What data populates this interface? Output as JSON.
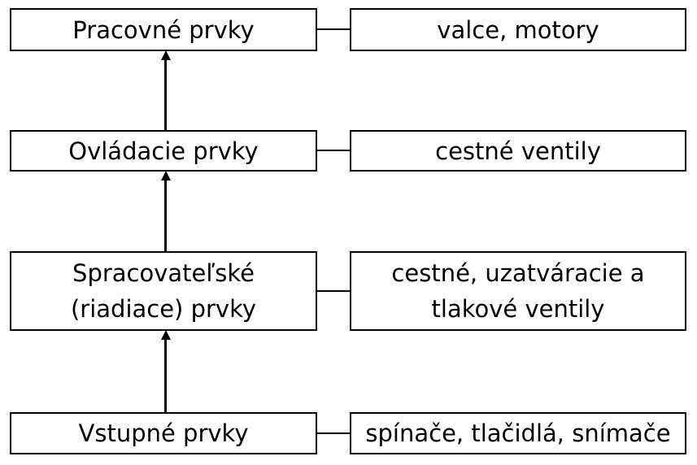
{
  "levels": [
    {
      "element": "Pracovné prvky",
      "example": "valce, motory"
    },
    {
      "element": "Ovládacie prvky",
      "example": "cestné ventily"
    },
    {
      "element_line1": "Spracovateľské",
      "element_line2": "(riadiace) prvky",
      "example_line1": "cestné, uzatváracie a",
      "example_line2": "tlakové ventily"
    },
    {
      "element": "Vstupné prvky",
      "example": "spínače, tlačidlá, snímače"
    }
  ]
}
